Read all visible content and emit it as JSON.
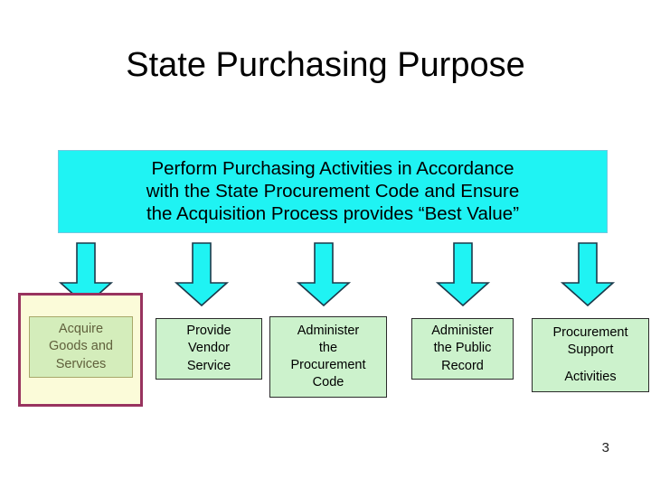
{
  "slide": {
    "title": "State Purchasing Purpose",
    "page_number": "3"
  },
  "banner": {
    "lines": [
      "Perform Purchasing Activities in Accordance",
      "with the State Procurement Code and Ensure",
      "the Acquisition Process provides “Best Value”"
    ],
    "fill_color": "#1FF3F3"
  },
  "arrows": {
    "icon": "down-arrow-icon",
    "count": 5,
    "fill_color": "#1FF3F3",
    "outline_color": "#1B3A4B"
  },
  "selection": {
    "border_color": "#98335F",
    "fill_color": "#FBFBD9",
    "target": "Acquire Goods and Services"
  },
  "nodes": [
    {
      "name": "acquire-goods-and-services",
      "lines": [
        "Acquire",
        "Goods and",
        "Services"
      ],
      "selected": true,
      "fill_color": "#D4EDBB"
    },
    {
      "name": "provide-vendor-service",
      "lines": [
        "Provide",
        "Vendor",
        "Service"
      ],
      "selected": false,
      "fill_color": "#CCF2CC"
    },
    {
      "name": "administer-the-procurement-code",
      "lines": [
        "Administer",
        "the",
        "Procurement",
        "Code"
      ],
      "selected": false,
      "fill_color": "#CCF2CC"
    },
    {
      "name": "administer-the-public-record",
      "lines": [
        "Administer",
        "the Public",
        "Record"
      ],
      "selected": false,
      "fill_color": "#CCF2CC"
    },
    {
      "name": "procurement-support-activities",
      "lines": [
        "Procurement",
        "Support",
        "Activities"
      ],
      "selected": false,
      "fill_color": "#CCF2CC"
    }
  ]
}
